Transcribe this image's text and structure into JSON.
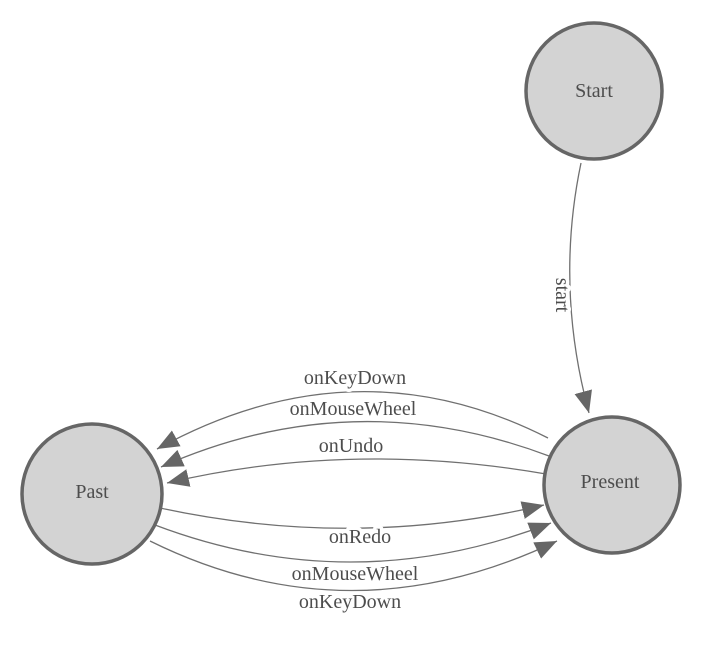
{
  "nodes": {
    "start": {
      "label": "Start"
    },
    "present": {
      "label": "Present"
    },
    "past": {
      "label": "Past"
    }
  },
  "edges": {
    "start_to_present": {
      "label": "start"
    },
    "present_to_past": [
      {
        "label": "onKeyDown"
      },
      {
        "label": "onMouseWheel"
      },
      {
        "label": "onUndo"
      }
    ],
    "past_to_present": [
      {
        "label": "onRedo"
      },
      {
        "label": "onMouseWheel"
      },
      {
        "label": "onKeyDown"
      }
    ]
  },
  "colors": {
    "background": "#ffffff",
    "node_fill": "#d3d3d3",
    "node_border": "#666666",
    "edge_line": "#707070",
    "arrowhead": "#666666",
    "label_text": "#4d4d4d"
  }
}
